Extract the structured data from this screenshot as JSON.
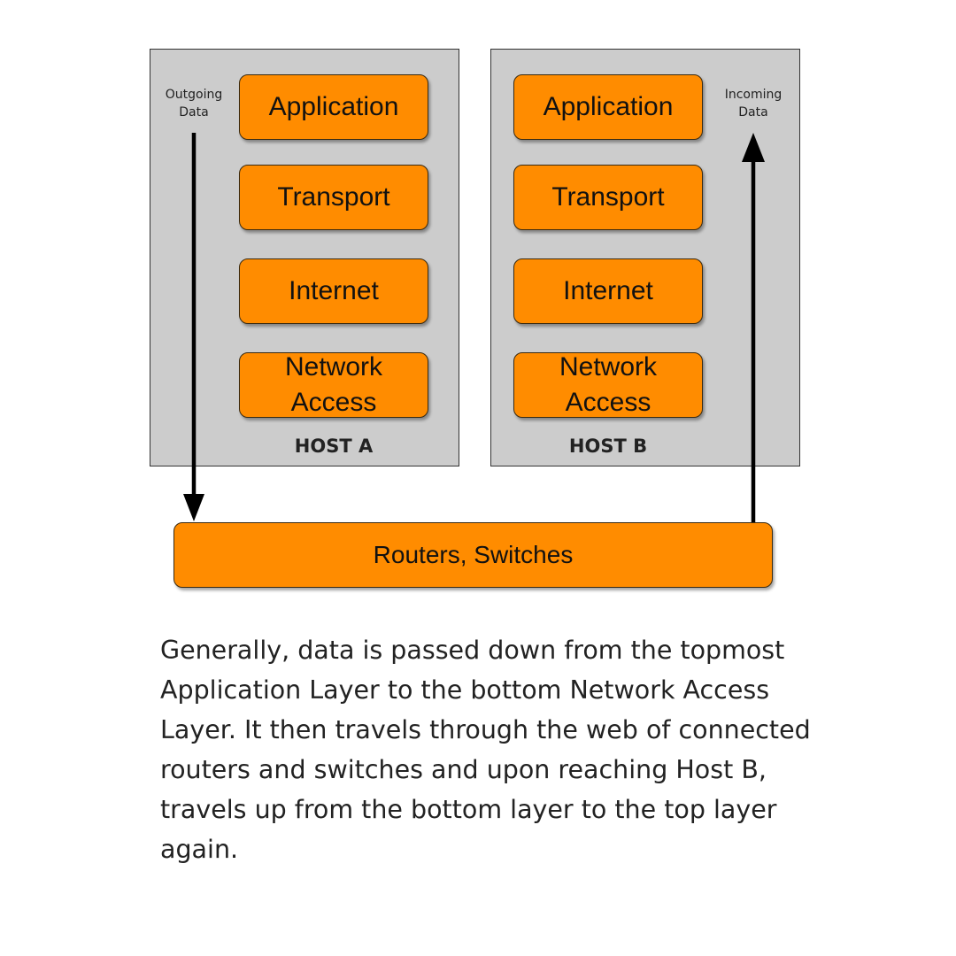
{
  "host_a": {
    "label": "HOST A",
    "flow_label_line1": "Outgoing",
    "flow_label_line2": "Data",
    "layers": [
      "Application",
      "Transport",
      "Internet",
      "Network Access"
    ]
  },
  "host_b": {
    "label": "HOST B",
    "flow_label_line1": "Incoming",
    "flow_label_line2": "Data",
    "layers": [
      "Application",
      "Transport",
      "Internet",
      "Network Access"
    ]
  },
  "network": {
    "label": "Routers, Switches"
  },
  "description": "Generally, data is passed down from the topmost Application Layer to the bottom Network Access Layer. It then travels through the web of connected routers and switches and upon reaching Host B, travels up from the bottom layer to the top layer again.",
  "colors": {
    "layer_fill": "#ff8c00",
    "host_fill": "#cccccc",
    "arrow": "#000000"
  }
}
